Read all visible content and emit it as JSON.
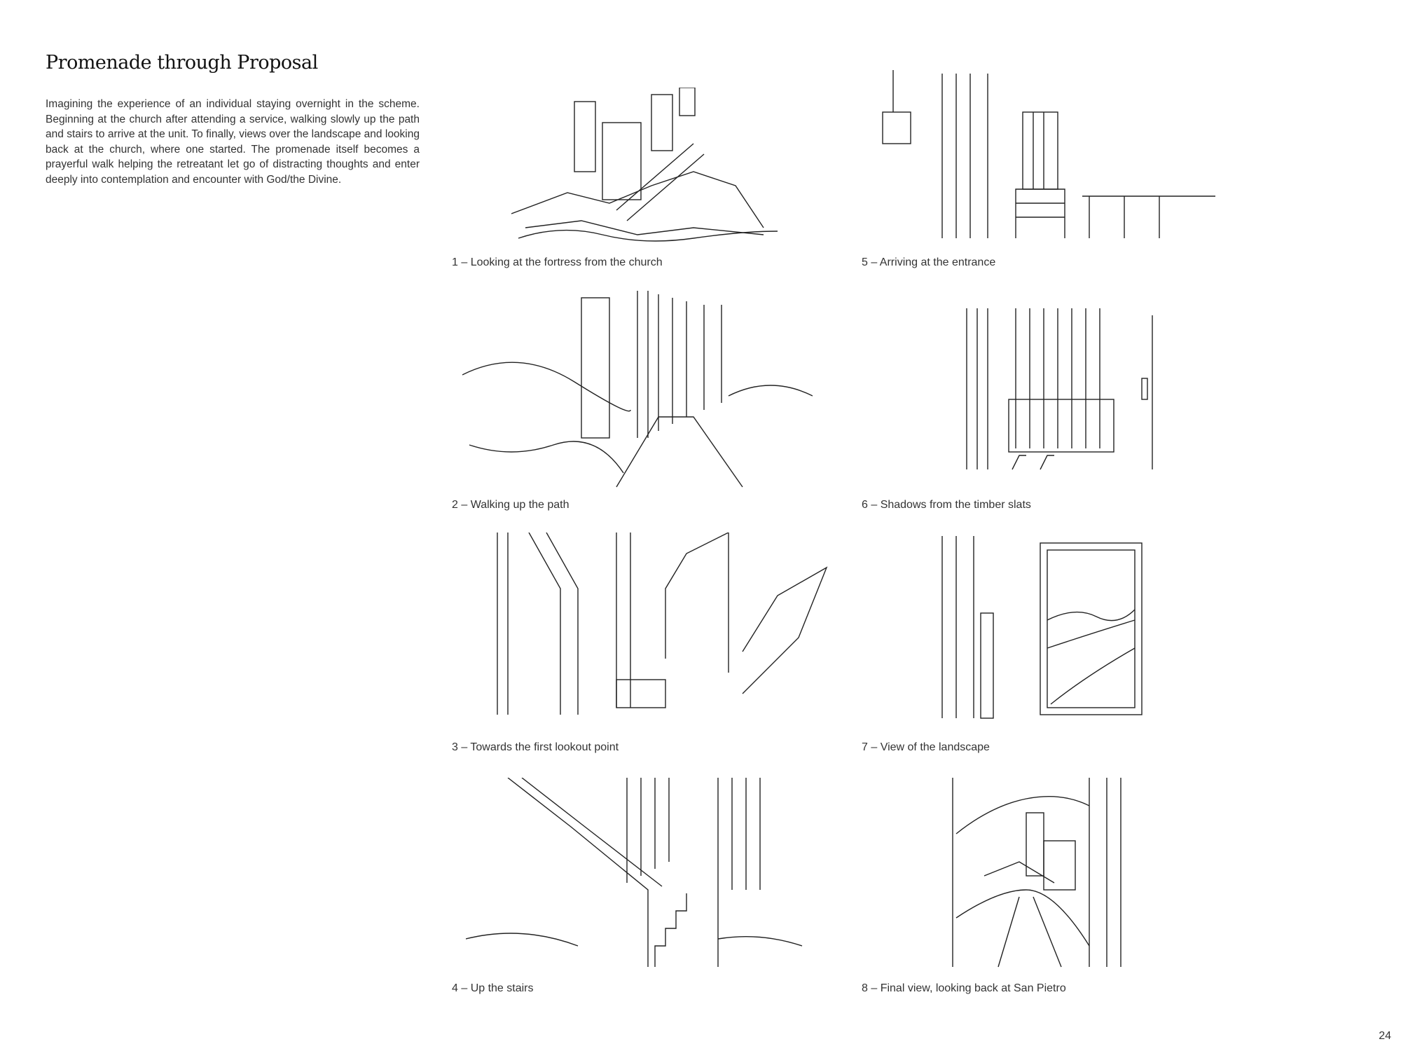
{
  "title": "Promenade through Proposal",
  "intro": "Imagining the experience of an individual staying overnight in the scheme. Beginning at the church after attending a service, walking slowly up the path and stairs to arrive at the unit. To finally, views over the landscape and looking back at the church, where one started. The promenade itself becomes a prayerful walk helping the retreatant let go of distracting thoughts and enter deeply into contemplation and encounter with God/the Divine.",
  "sketches": [
    {
      "caption": "1 – Looking at the fortress from the church"
    },
    {
      "caption": "2 – Walking up the path"
    },
    {
      "caption": "3 – Towards the first lookout point"
    },
    {
      "caption": "4 – Up the stairs"
    },
    {
      "caption": "5 – Arriving at the entrance"
    },
    {
      "caption": "6 – Shadows from the timber slats"
    },
    {
      "caption": "7 – View of the landscape"
    },
    {
      "caption": "8 – Final view, looking back at San Pietro"
    }
  ],
  "page_number": "24"
}
